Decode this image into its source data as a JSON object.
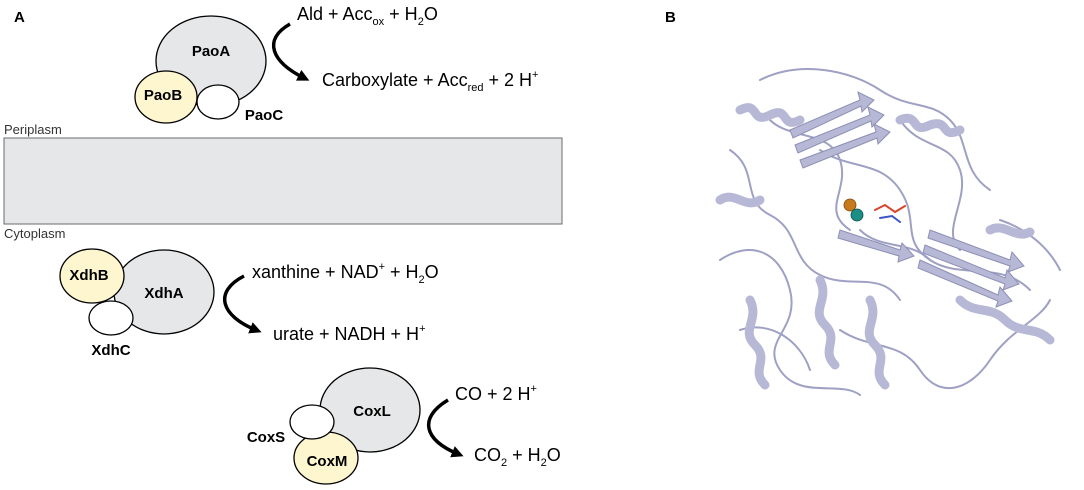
{
  "panels": {
    "a": "A",
    "b": "B"
  },
  "compartments": {
    "periplasm": "Periplasm",
    "cytoplasm": "Cytoplasm"
  },
  "pao": {
    "subunits": {
      "a": "PaoA",
      "b": "PaoB",
      "c": "PaoC"
    },
    "substrate": {
      "t1": "Ald + Acc",
      "s1": "ox",
      "t2": " + H",
      "s2": "2",
      "t3": "O"
    },
    "product": {
      "t1": "Carboxylate + Acc",
      "s1": "red",
      "t2": " + 2 H",
      "s3": "+"
    }
  },
  "xdh": {
    "subunits": {
      "a": "XdhA",
      "b": "XdhB",
      "c": "XdhC"
    },
    "substrate": {
      "t1": "xanthine + NAD",
      "s3": "+",
      "t2": " + H",
      "s2": "2",
      "t3": "O"
    },
    "product": {
      "t1": "urate + NADH + H",
      "s3": "+"
    }
  },
  "cox": {
    "subunits": {
      "l": "CoxL",
      "s": "CoxS",
      "m": "CoxM"
    },
    "substrate": {
      "t1": "CO + 2 H",
      "s3": "+"
    },
    "product": {
      "t1": "CO",
      "s2": "2",
      "t2": " + H",
      "s22": "2",
      "t3": "O"
    }
  },
  "colors": {
    "large_subunit": "#e6e7e8",
    "yellow_subunit": "#fdf6cf",
    "membrane": "#e6e7e8",
    "protein": "#b6b8d6",
    "protein_dark": "#8d8fb5",
    "metal_orange": "#c77a1c",
    "metal_teal": "#1a8f86"
  }
}
